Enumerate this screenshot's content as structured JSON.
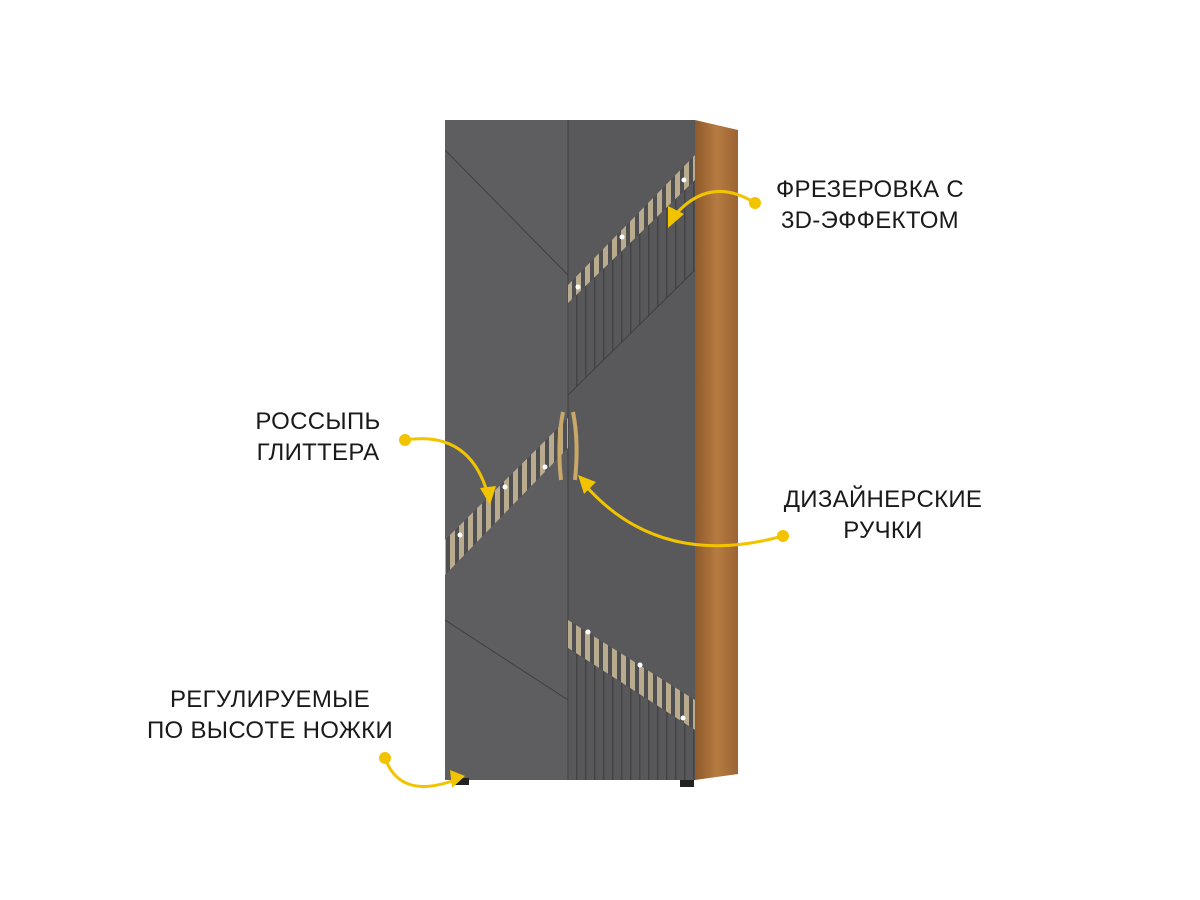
{
  "colors": {
    "door": "#5a5a5d",
    "wood": "#a8703a",
    "accent": "#f2c400",
    "glitter": "#b6a78a"
  },
  "callouts": [
    {
      "id": "milling",
      "lines": [
        "ФРЕЗЕРОВКА С",
        "3D-ЭФФЕКТОМ"
      ]
    },
    {
      "id": "glitter",
      "lines": [
        "РОССЫПЬ",
        "ГЛИТТЕРА"
      ]
    },
    {
      "id": "handles",
      "lines": [
        "ДИЗАЙНЕРСКИЕ",
        "РУЧКИ"
      ]
    },
    {
      "id": "legs",
      "lines": [
        "РЕГУЛИРУЕМЫЕ",
        "ПО ВЫСОТЕ НОЖКИ"
      ]
    }
  ]
}
